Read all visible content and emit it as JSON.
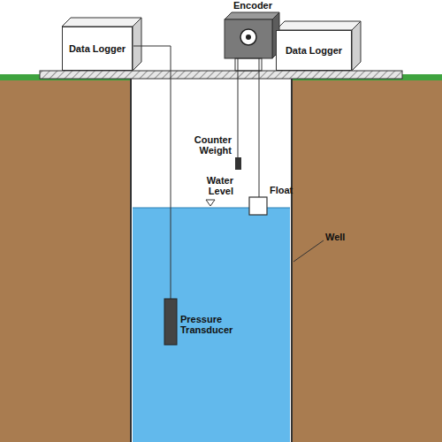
{
  "diagram": {
    "nodes": [
      {
        "text": [
          "Data Logger"
        ]
      },
      {
        "text": [
          "Encoder"
        ]
      },
      {
        "text": [
          "Data Logger"
        ]
      }
    ],
    "labels": [
      "Counter Weight",
      "Water Level",
      "Float",
      "Well",
      "Pressure Transducer"
    ]
  }
}
